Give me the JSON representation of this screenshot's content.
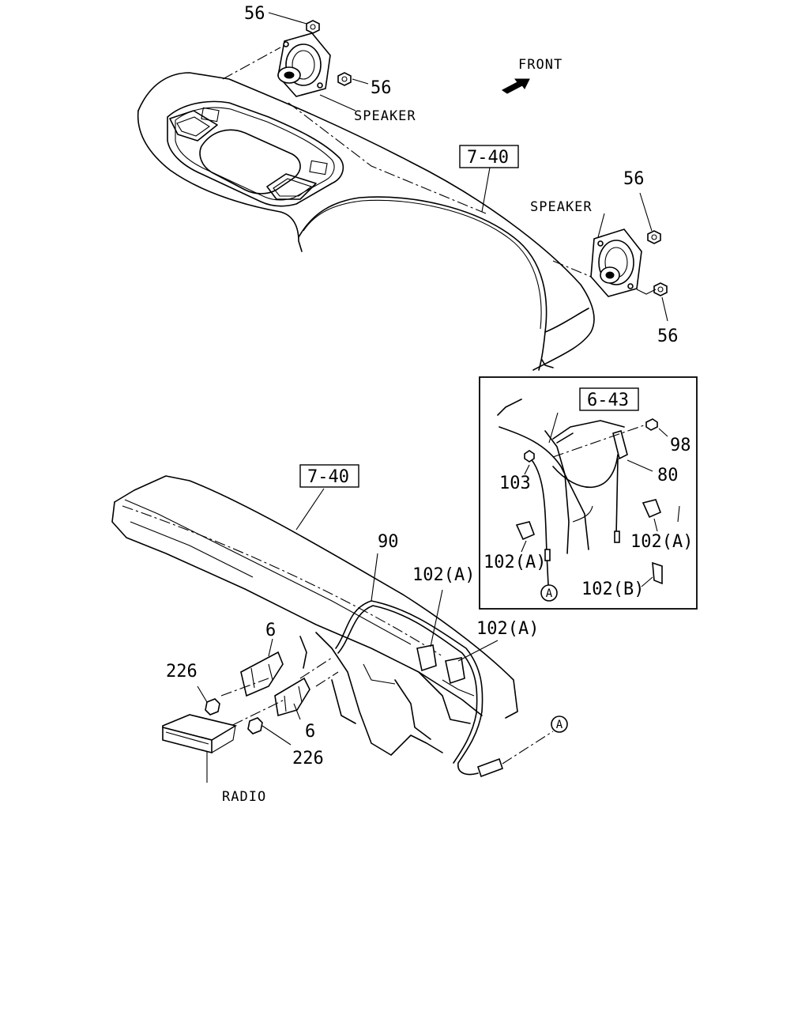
{
  "callouts": {
    "nut_56_a": "56",
    "nut_56_b": "56",
    "nut_56_c": "56",
    "nut_56_d": "56",
    "ref_7_40_upper": "7-40",
    "ref_7_40_lower": "7-40",
    "ref_6_43": "6-43",
    "part_98": "98",
    "part_80": "80",
    "part_103": "103",
    "part_102a_inset_left": "102(A)",
    "part_102a_inset_right": "102(A)",
    "part_102b_inset": "102(B)",
    "part_90": "90",
    "part_102a_main_1": "102(A)",
    "part_102a_main_2": "102(A)",
    "part_6_a": "6",
    "part_6_b": "6",
    "part_226_a": "226",
    "part_226_b": "226"
  },
  "labels": {
    "speaker_left": "SPEAKER",
    "speaker_right": "SPEAKER",
    "front": "FRONT",
    "radio": "RADIO",
    "connector_a_inset": "A",
    "connector_a_main": "A"
  }
}
